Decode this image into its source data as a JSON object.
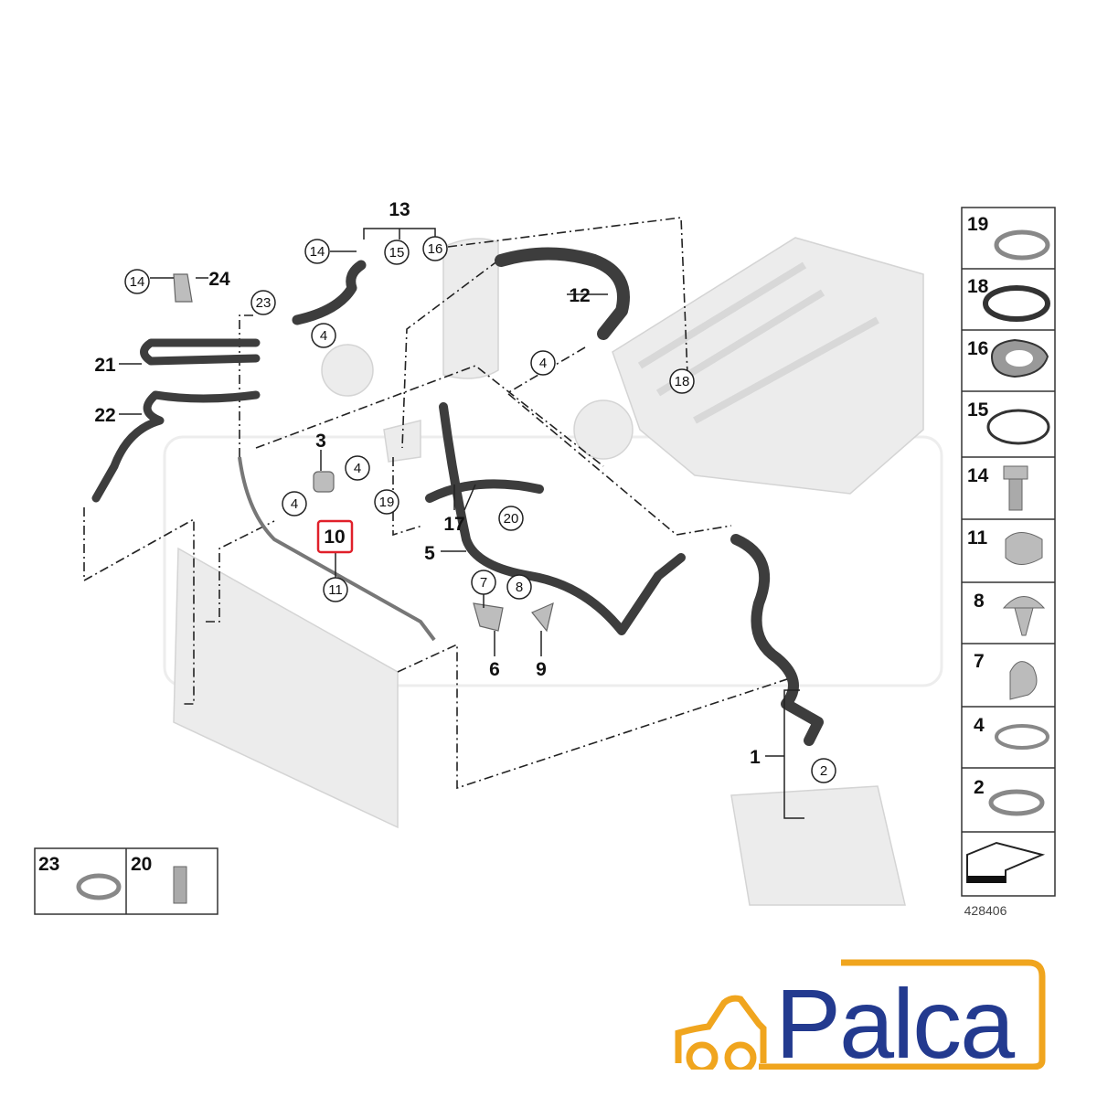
{
  "diagram": {
    "title_reference": "428406",
    "callouts": {
      "c13": "13",
      "c14a": "14",
      "c15": "15",
      "c16": "16",
      "c14b": "14",
      "c24": "24",
      "c23": "23",
      "c4a": "4",
      "c12": "12",
      "c4b": "4",
      "c18": "18",
      "c21": "21",
      "c22": "22",
      "c3": "3",
      "c4c": "4",
      "c4d": "4",
      "c19": "19",
      "c17": "17",
      "c20": "20",
      "c10": "10",
      "c11": "11",
      "c5": "5",
      "c7": "7",
      "c8": "8",
      "c6": "6",
      "c9": "9",
      "c1": "1",
      "c2": "2"
    },
    "highlight_color": "#e0202a",
    "side_legend": [
      "19",
      "18",
      "16",
      "15",
      "14",
      "11",
      "8",
      "7",
      "4",
      "2"
    ],
    "bottom_legend": [
      "23",
      "20"
    ]
  },
  "logo": {
    "text": "Palca",
    "blue": "#233a8f",
    "orange": "#f0a51e"
  }
}
